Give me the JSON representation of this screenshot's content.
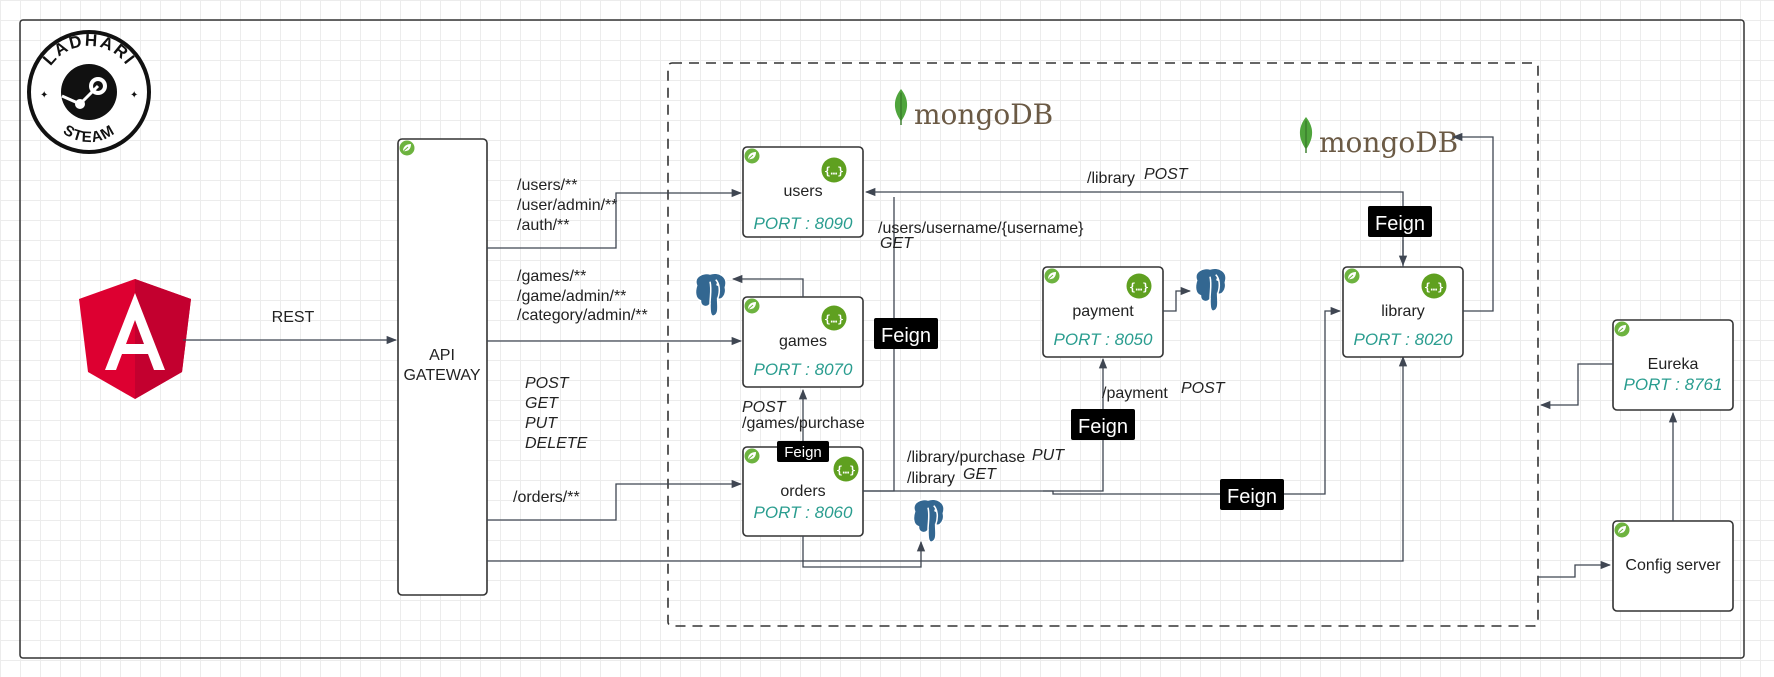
{
  "logo": {
    "top": "LADHARI",
    "bottom": "STEAM"
  },
  "client": {
    "label": "REST"
  },
  "gateway": {
    "label_line1": "API",
    "label_line2": "GATEWAY",
    "routes_users": [
      "/users/**",
      "/user/admin/**",
      "/auth/**"
    ],
    "routes_games": [
      "/games/**",
      "/game/admin/**",
      "/category/admin/**"
    ],
    "methods": [
      {
        "label": "POST",
        "color": "#e0702a"
      },
      {
        "label": "GET",
        "color": "#2e9e3a"
      },
      {
        "label": "PUT",
        "color": "#8b7cf0"
      },
      {
        "label": "DELETE",
        "color": "#e84545"
      }
    ],
    "route_orders": "/orders/**"
  },
  "services": {
    "users": {
      "name": "users",
      "port": "PORT : 8090"
    },
    "games": {
      "name": "games",
      "port": "PORT : 8070"
    },
    "orders": {
      "name": "orders",
      "port": "PORT : 8060"
    },
    "payment": {
      "name": "payment",
      "port": "PORT : 8050"
    },
    "library": {
      "name": "library",
      "port": "PORT : 8020"
    },
    "eureka": {
      "name": "Eureka",
      "port": "PORT : 8761"
    },
    "config": {
      "name": "Config server"
    }
  },
  "databases": {
    "mongo_label_a": "mongo",
    "mongo_label_b": "DB"
  },
  "edges": {
    "feign": "Feign",
    "library_post_path": "/library",
    "library_post_method": "POST",
    "username_path": "/users/username/{username}",
    "username_method": "GET",
    "purchase_method": "POST",
    "purchase_path": "/games/purchase",
    "library_purchase_path": "/library/purchase",
    "library_purchase_method": "PUT",
    "library_get_path": "/library",
    "library_get_method": "GET",
    "payment_path": "/payment",
    "payment_method": "POST"
  },
  "colors": {
    "post": "#e0702a",
    "get": "#2e9e3a",
    "put": "#8b7cf0",
    "delete": "#e84545",
    "port": "#2a9d8f",
    "spring": "#6db33f",
    "angular": "#dd0031",
    "mongo_leaf": "#4fa43c",
    "postgres": "#336791"
  }
}
